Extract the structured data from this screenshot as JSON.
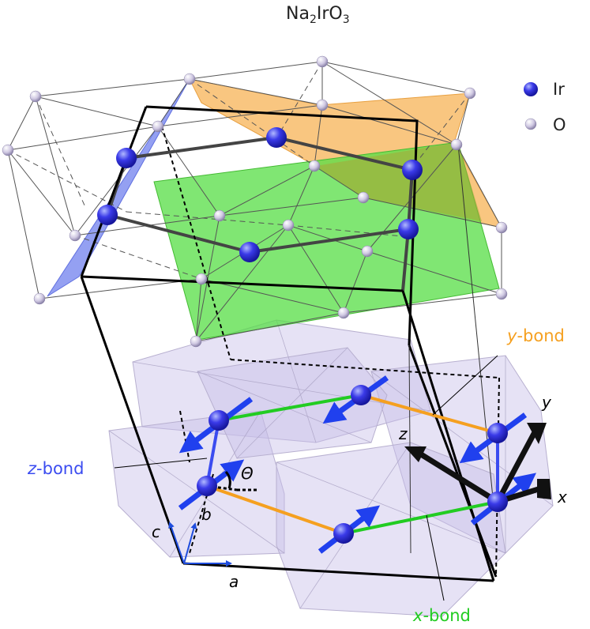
{
  "title_main": "Na",
  "title_sub1": "2",
  "title_mid": "IrO",
  "title_sub2": "3",
  "legend": [
    {
      "label": "Ir",
      "color": "#3333dd"
    },
    {
      "label": "O",
      "color": "#c8c0dc"
    }
  ],
  "bond_labels": {
    "y_bond": {
      "prefix": "y",
      "suffix": "-bond",
      "color": "#f5a020"
    },
    "z_bond": {
      "prefix": "z",
      "suffix": "-bond",
      "color": "#3b4cf0"
    },
    "x_bond": {
      "prefix": "x",
      "suffix": "-bond",
      "color": "#22cc22"
    }
  },
  "angle_label": "Θ",
  "lattice_axes": {
    "a": "a",
    "b": "b",
    "c": "c"
  },
  "spin_axes": {
    "x": "x",
    "y": "y",
    "z": "z"
  },
  "colors": {
    "ir": "#3333dd",
    "oxygen": "#c8c0dc",
    "plane_blue": "#7080ee",
    "plane_orange": "#f8b860",
    "plane_green": "#55dd44",
    "octahedra": "#c8bfe8",
    "x_bond": "#22cc22",
    "y_bond": "#f5a020",
    "z_bond": "#3b4cf0",
    "spin": "#2040ee"
  }
}
